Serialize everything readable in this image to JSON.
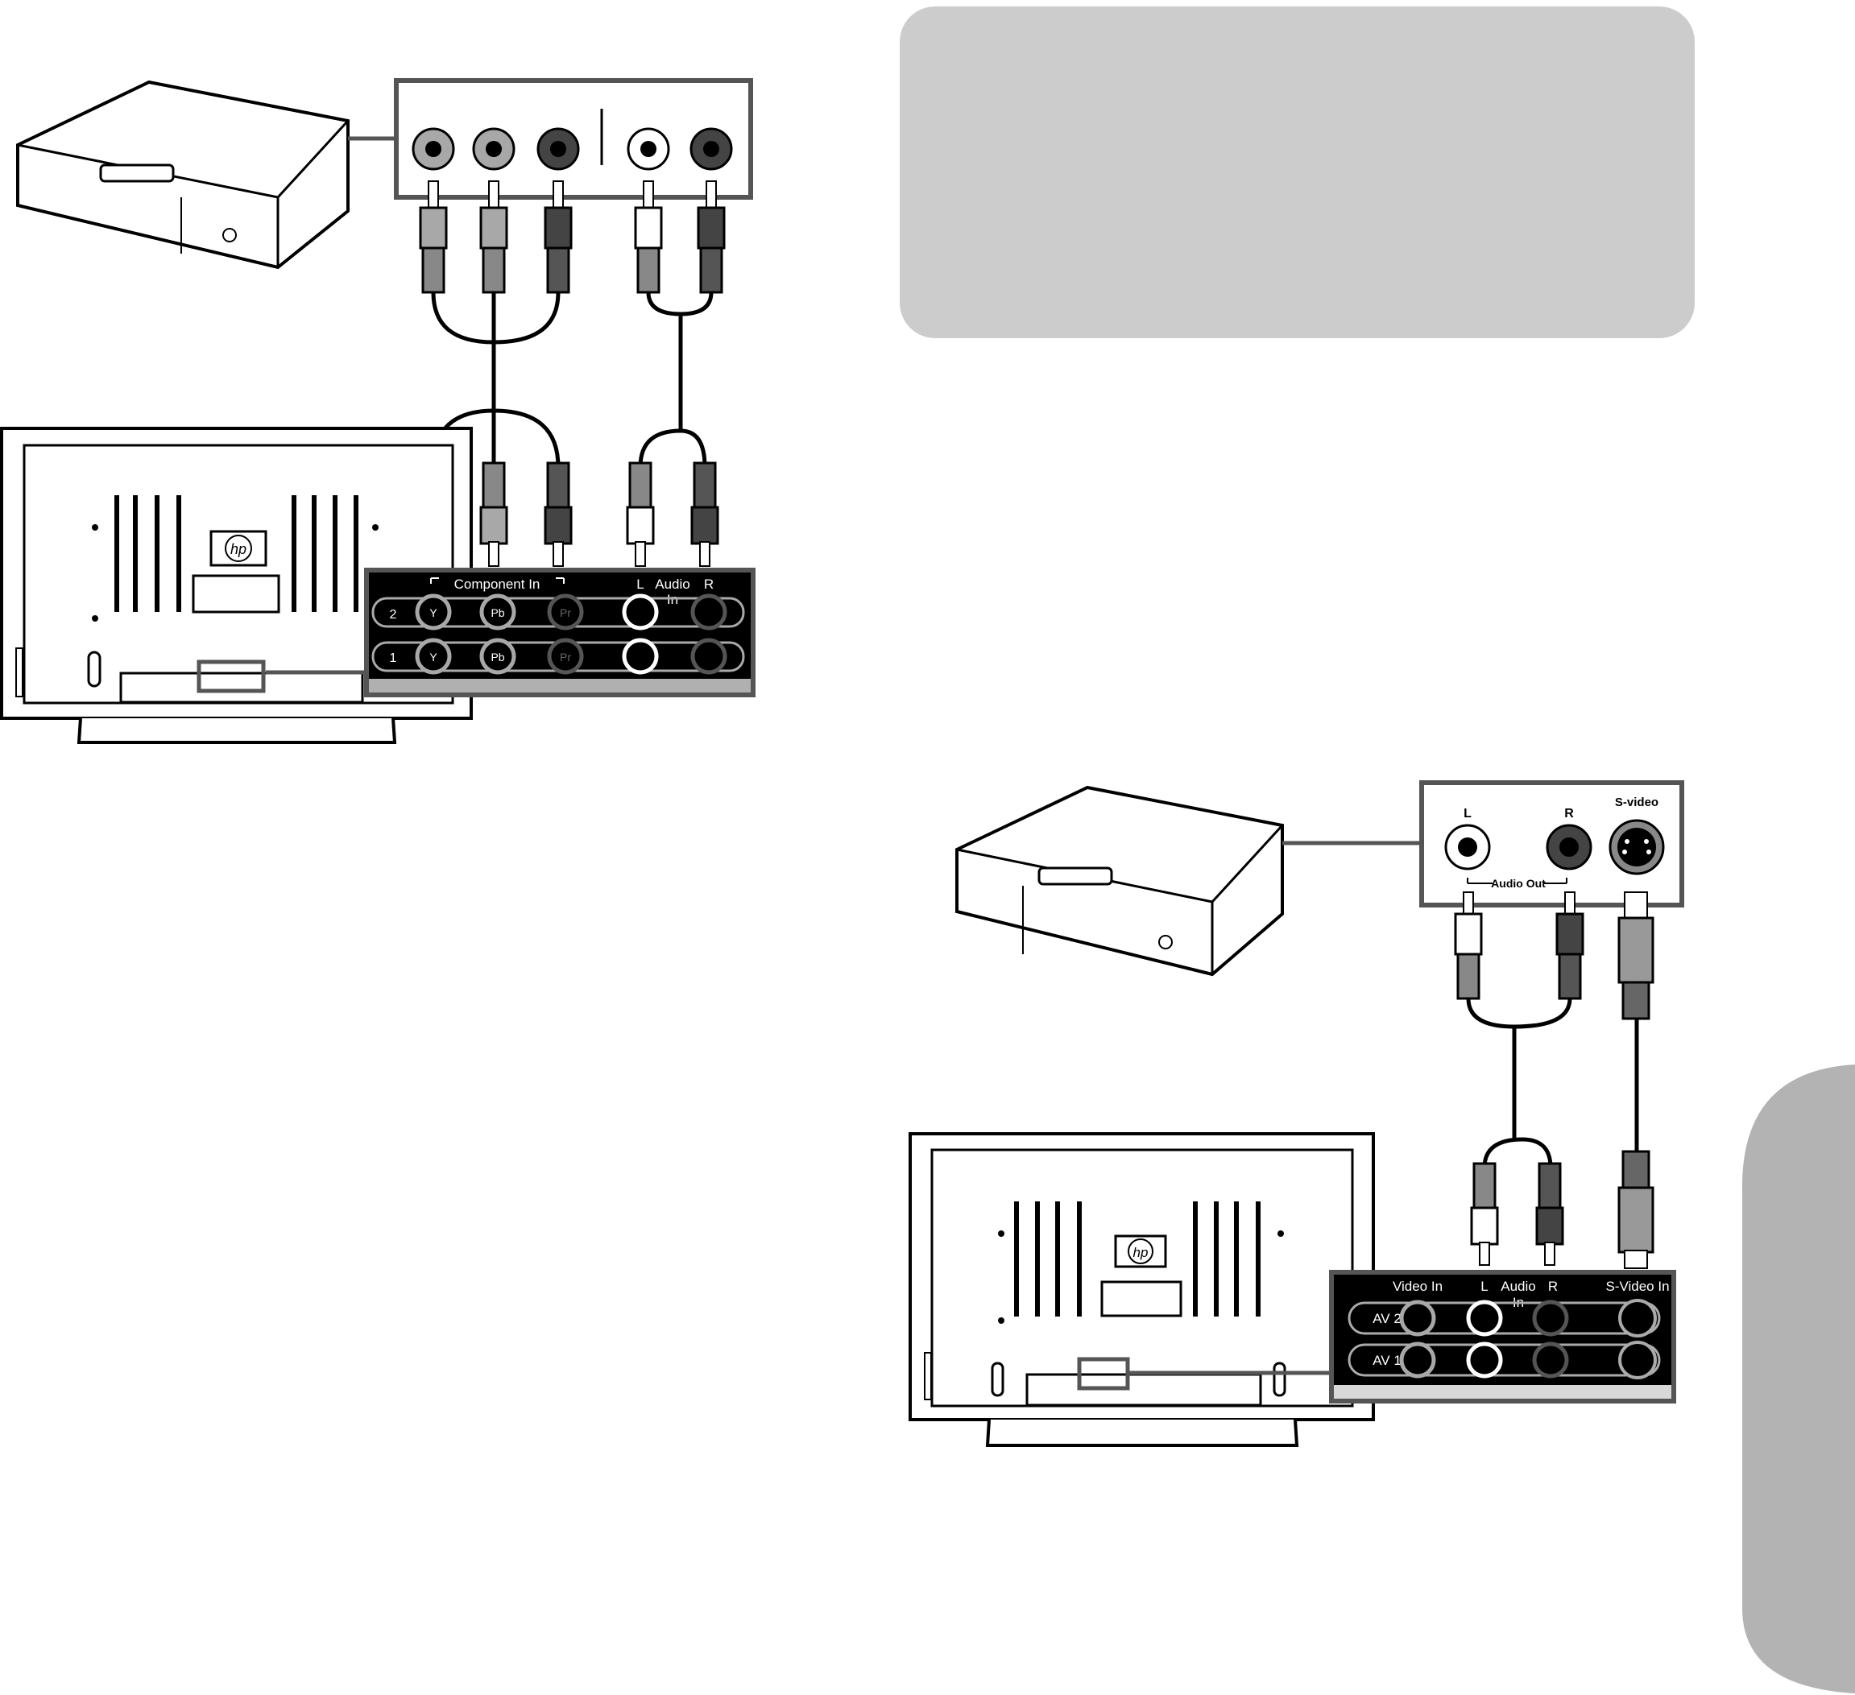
{
  "colors": {
    "panel_gray": "#cccccc",
    "side_tab": "#b3b3b3",
    "jack_white": "#ffffff",
    "jack_gray": "#a8a8a8",
    "jack_dark": "#444444",
    "panel_black": "#000000"
  },
  "top_diagram": {
    "tv_panel": {
      "component_header": "Component In",
      "audio_header": "Audio",
      "audio_header_sub": "In",
      "left_label": "L",
      "right_label": "R",
      "row_2": "2",
      "row_1": "1",
      "jack_y": "Y",
      "jack_pb": "Pb",
      "jack_pr": "Pr"
    },
    "logo_text": "hp"
  },
  "bottom_diagram": {
    "source_panel": {
      "left_label": "L",
      "right_label": "R",
      "svideo_label": "S-video",
      "audio_out_label": "Audio Out"
    },
    "tv_panel": {
      "video_in": "Video In",
      "left_label": "L",
      "audio_header": "Audio",
      "audio_header_sub": "In",
      "right_label": "R",
      "svideo_in": "S-Video In",
      "row_av2": "AV 2",
      "row_av1": "AV 1"
    },
    "logo_text": "hp"
  }
}
